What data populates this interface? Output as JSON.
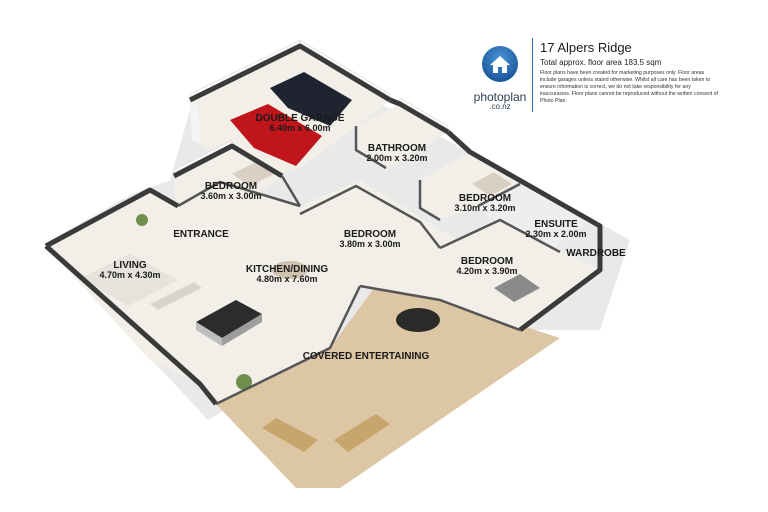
{
  "property": {
    "title": "17 Alpers Ridge",
    "floor_area": "Total approx. floor area 183.5 sqm",
    "disclaimer": "Floor plans have been created for marketing purposes only. Floor areas include garages unless stated otherwise. Whilst all care has been taken to ensure information is correct, we do not take responsibility for any inaccuracies. Floor plans cannot be reproduced without the written consent of Photo Plan."
  },
  "brand": {
    "name": "photoplan",
    "domain": ".co.nz",
    "logo_icon": "house-icon",
    "logo_color": "#2b6fb6"
  },
  "rooms": {
    "garage": {
      "name": "DOUBLE GARAGE",
      "dims": "6.40m x 6.00m"
    },
    "bathroom": {
      "name": "BATHROOM",
      "dims": "2.00m x 3.20m"
    },
    "bedroom_left": {
      "name": "BEDROOM",
      "dims": "3.60m x 3.00m"
    },
    "bedroom_right": {
      "name": "BEDROOM",
      "dims": "3.10m x 3.20m"
    },
    "ensuite": {
      "name": "ENSUITE",
      "dims": "2.30m x 2.00m"
    },
    "entrance": {
      "name": "ENTRANCE"
    },
    "bedroom_mid": {
      "name": "BEDROOM",
      "dims": "3.80m x 3.00m"
    },
    "living": {
      "name": "LIVING",
      "dims": "4.70m x 4.30m"
    },
    "kitchen": {
      "name": "KITCHEN/DINING",
      "dims": "4.80m x 7.60m"
    },
    "wardrobe": {
      "name": "WARDROBE"
    },
    "master": {
      "name": "BEDROOM",
      "dims": "4.20m x 3.90m"
    },
    "deck": {
      "name": "COVERED ENTERTAINING"
    }
  },
  "colors": {
    "deck": "#ddc6a3",
    "floor": "#f2efe9",
    "wall_top": "#3a3a3a",
    "wall_face": "#fafafa",
    "car_red": "#c0161b",
    "car_dark": "#1f2430"
  }
}
